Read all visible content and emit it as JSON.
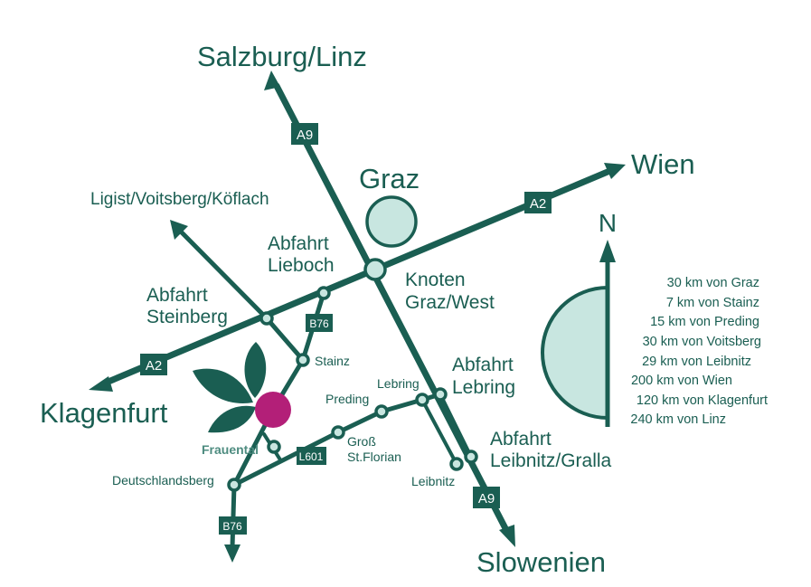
{
  "colors": {
    "road": "#1a5e52",
    "light": "#c8e6e0",
    "accent": "#b31f78"
  },
  "destinations": {
    "salzburg_linz": "Salzburg/Linz",
    "wien": "Wien",
    "klagenfurt": "Klagenfurt",
    "slowenien": "Slowenien",
    "ligist": "Ligist/Voitsberg/Köflach",
    "graz": "Graz"
  },
  "exits": {
    "lieboch": [
      "Abfahrt",
      "Lieboch"
    ],
    "steinberg": [
      "Abfahrt",
      "Steinberg"
    ],
    "knoten": [
      "Knoten",
      "Graz/West"
    ],
    "lebring": [
      "Abfahrt",
      "Lebring"
    ],
    "leibnitz": [
      "Abfahrt",
      "Leibnitz/Gralla"
    ]
  },
  "places": {
    "stainz": "Stainz",
    "preding": "Preding",
    "lebring": "Lebring",
    "gross": "Groß",
    "st_florian": "St.Florian",
    "leibnitz": "Leibnitz",
    "frauental": "Frauental",
    "deutschlandsberg": "Deutschlandsberg"
  },
  "shields": {
    "a9": "A9",
    "a2": "A2",
    "b76": "B76",
    "l601": "L601"
  },
  "compass": {
    "north": "N"
  },
  "distances": [
    "30 km von Graz",
    "7 km von Stainz",
    "15 km von Preding",
    "30 km von Voitsberg",
    "29 km von Leibnitz",
    "200 km von Wien",
    "120 km von Klagenfurt",
    "240 km von Linz"
  ]
}
